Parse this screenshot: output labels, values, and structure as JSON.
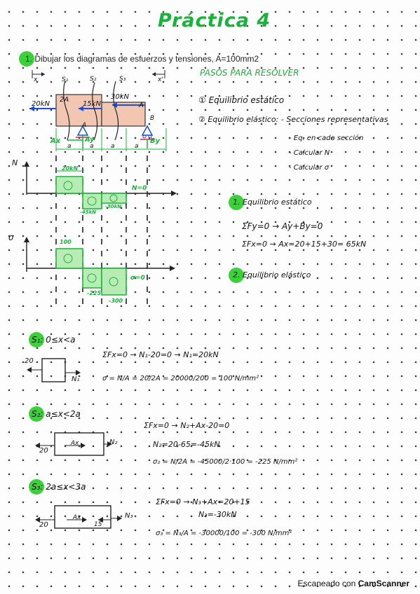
{
  "title": "Práctica 4",
  "heading": "1. Dibujar los diagramas de esfuerzos y tensiones, A=100mm2",
  "steps": {
    "title": "PASOS PARA RESOLVER",
    "items": [
      "① Equilibrio estático",
      "② Equilibrio elástico: - Secciones representativas",
      "- Eq. en cada sección",
      "- Calcular N",
      "- Calcular σ"
    ]
  },
  "beam": {
    "left_load": "20kN",
    "mid_load": "15kN",
    "right_load": "30kN",
    "area_left": "2A",
    "area_right": "A",
    "support_a_label": "A",
    "support_b_label": "B",
    "reaction_ax": "Ax",
    "reaction_ay": "Ay",
    "reaction_by": "By",
    "spans": [
      "a",
      "a",
      "a",
      "a"
    ],
    "section_labels": [
      "S₁",
      "S₂",
      "S₃"
    ],
    "x_axis_left": "x",
    "x_axis_right": "x'"
  },
  "n_diagram": {
    "axis_label": "N",
    "values": [
      "20kN",
      "-45kN",
      "-30kN",
      "N=0"
    ]
  },
  "sigma_diagram": {
    "axis_label": "σ",
    "values": [
      "100",
      "-225",
      "-300",
      "σ=0"
    ]
  },
  "static_eq": {
    "title": "1. Equilibrio estático",
    "eq1": "ΣFy=0 → Ay+By=0",
    "eq2": "ΣFx=0 → Ax=20+15+30= 65kN"
  },
  "elastic_eq": {
    "title": "2. Equilibrio elástico"
  },
  "s1": {
    "label": "S₁: 0≤x<a",
    "load": "20",
    "n_label": "N₁",
    "eq1": "ΣFx=0 → N₁-20=0 → N₁=20kN",
    "eq2": "σ = N/A = 20/2A = 20000/200 = 100 N/mm²"
  },
  "s2": {
    "label": "S₂: a≤x<2a",
    "load": "20",
    "ax": "Ax",
    "n_label": "N₂",
    "eq1": "ΣFx=0 → N₂+Ax-20=0",
    "eq2": "N₂=20-65=-45kN",
    "eq3": "σ₂ = N/2A = -45000/2·100 = -225 N/mm²"
  },
  "s3": {
    "label": "S₃: 2a≤x<3a",
    "load": "20",
    "ax": "Ax",
    "mid": "15",
    "n_label": "N₃",
    "eq1": "ΣFx=0 → N₃+Ax=20+15",
    "eq2": "N₃=-30kN",
    "eq3": "σ₃ = N₃/A = -30000/100 = -300 N/mm²"
  },
  "footer": {
    "prefix": "Escaneado con",
    "brand": "CamScanner"
  }
}
